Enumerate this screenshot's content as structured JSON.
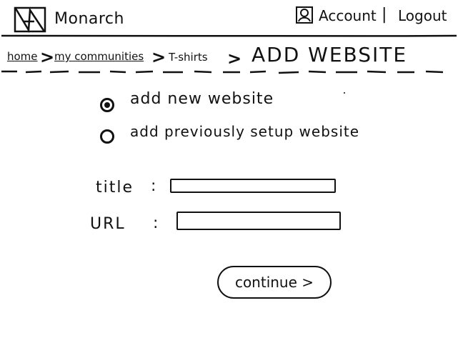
{
  "header": {
    "brand": "Monarch",
    "account_label": "Account",
    "separator": "|",
    "logout_label": "Logout"
  },
  "breadcrumb": {
    "items": [
      {
        "label": "home"
      },
      {
        "label": "my communities"
      },
      {
        "label": "T-shirts"
      }
    ],
    "separator": ">",
    "current": "ADD WEBSITE"
  },
  "options": {
    "items": [
      {
        "label": "add new website",
        "selected": true
      },
      {
        "label": "add previously setup website",
        "selected": false
      }
    ]
  },
  "form": {
    "title_label": "title",
    "url_label": "URL",
    "colon": ":",
    "title_value": "",
    "url_value": ""
  },
  "actions": {
    "continue_label": "continue >"
  }
}
